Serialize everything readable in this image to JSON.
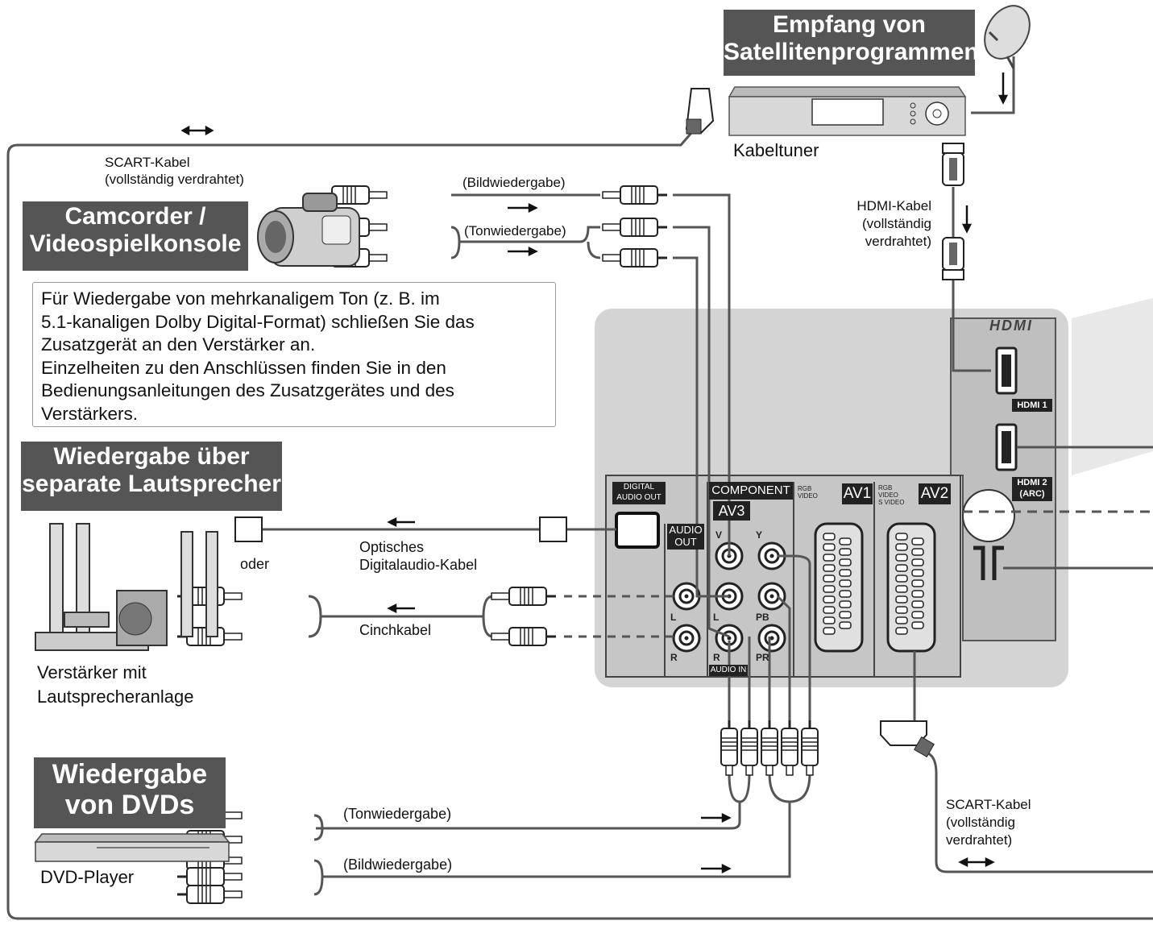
{
  "headings": {
    "satellite": [
      "Empfang von",
      "Satellitenprogrammen"
    ],
    "camcorder": [
      "Camcorder /",
      "Videospielkonsole"
    ],
    "speakers": [
      "Wiedergabe über",
      "separate Lautsprecher"
    ],
    "dvd": [
      "Wiedergabe",
      "von DVDs"
    ]
  },
  "devices": {
    "cable_tuner": "Kabeltuner",
    "amplifier": [
      "Verstärker mit",
      "Lautsprecheranlage"
    ],
    "dvd_player": "DVD-Player"
  },
  "cables": {
    "scart_top": [
      "SCART-Kabel",
      "(vollständig verdrahtet)"
    ],
    "hdmi": [
      "HDMI-Kabel",
      "(vollständig",
      "verdrahtet)"
    ],
    "video_playback": "(Bildwiedergabe)",
    "audio_playback": "(Tonwiedergabe)",
    "optical": [
      "Optisches",
      "Digitalaudio-Kabel"
    ],
    "or": "oder",
    "cinch": "Cinchkabel",
    "dvd_audio": "(Tonwiedergabe)",
    "dvd_video": "(Bildwiedergabe)",
    "scart_bottom": [
      "SCART-Kabel",
      "(vollständig",
      "verdrahtet)"
    ]
  },
  "note": [
    "Für Wiedergabe von mehrkanaligem Ton (z. B. im",
    "5.1-kanaligen Dolby Digital-Format) schließen Sie das",
    "Zusatzgerät an den Verstärker an.",
    "Einzelheiten zu den Anschlüssen finden Sie in den",
    "Bedienungsanleitungen des Zusatzgerätes und des",
    "Verstärkers."
  ],
  "panel": {
    "hdmi_logo": "HDMI",
    "hdmi1": "HDMI 1",
    "hdmi2": [
      "HDMI 2",
      "(ARC)"
    ],
    "digital_audio_out": [
      "DIGITAL",
      "AUDIO OUT"
    ],
    "component": "COMPONENT",
    "av3": "AV3",
    "audio_out": [
      "AUDIO",
      "OUT"
    ],
    "audio_in": "AUDIO IN",
    "av1": "AV1",
    "av2": "AV2",
    "av1_sub": [
      "RGB",
      "VIDEO"
    ],
    "av2_sub": [
      "RGB",
      "VIDEO",
      "S VIDEO"
    ],
    "jack_v": "V",
    "jack_y": "Y",
    "jack_l": "L",
    "jack_r": "R",
    "jack_pb": "PB",
    "jack_pr": "PR"
  },
  "colors": {
    "heading_bg": "#555555",
    "panel_bg": "#d4d4d4",
    "cable": "#555555"
  }
}
